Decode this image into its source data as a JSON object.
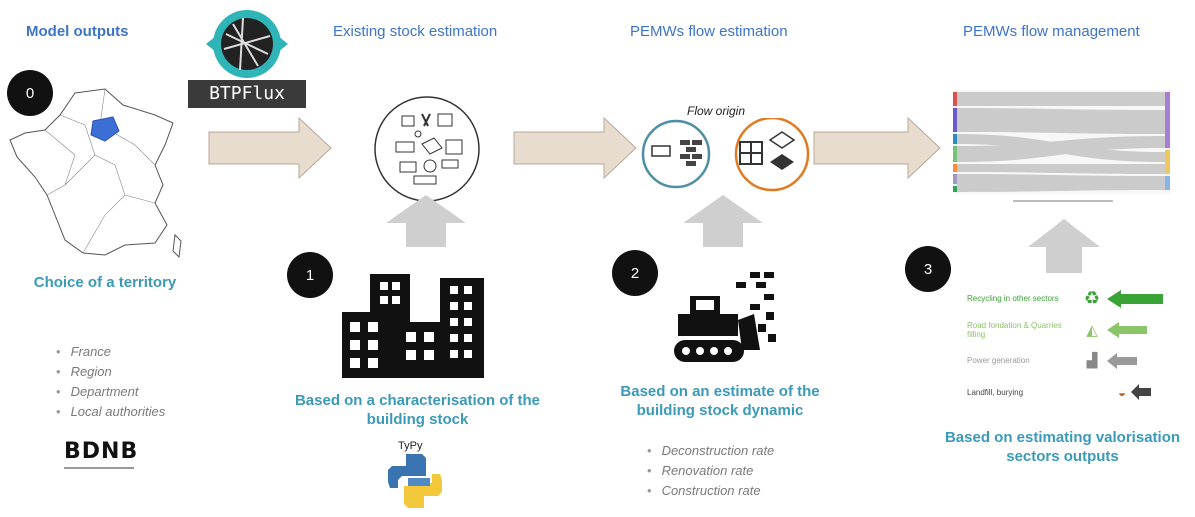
{
  "headers": {
    "model_outputs": "Model outputs",
    "existing_stock": "Existing stock estimation",
    "flow_estimation": "PEMWs flow estimation",
    "flow_management": "PEMWs flow management"
  },
  "logo": {
    "btpflux": "BTPFlux",
    "bdnb": "BDNB",
    "typy": "TyPy"
  },
  "steps": {
    "s0": "0",
    "s1": "1",
    "s2": "2",
    "s3": "3"
  },
  "territory": {
    "title": "Choice of a territory",
    "items": [
      "France",
      "Region",
      "Department",
      "Local authorities"
    ]
  },
  "stock": {
    "caption": "Based on a characterisation of the building stock"
  },
  "flow": {
    "origin_label": "Flow origin",
    "caption": "Based on an estimate of the building stock dynamic",
    "items": [
      "Deconstruction rate",
      "Renovation rate",
      "Construction rate"
    ]
  },
  "management": {
    "caption": "Based on estimating valorisation sectors outputs",
    "sectors": [
      {
        "label": "Recycling in other sectors",
        "color": "#3aa335"
      },
      {
        "label": "Road fondation & Quarries filling",
        "color": "#8cc46a"
      },
      {
        "label": "Power generation",
        "color": "#9a9a9a"
      },
      {
        "label": "Landfill, burying",
        "color": "#444444"
      }
    ]
  },
  "colors": {
    "arrow_fill": "#e8dccf",
    "arrow_stroke": "#b8a898",
    "up_arrow": "#cfcfcf",
    "circle_blue": "#4f8fa6",
    "circle_orange": "#e07b24"
  }
}
